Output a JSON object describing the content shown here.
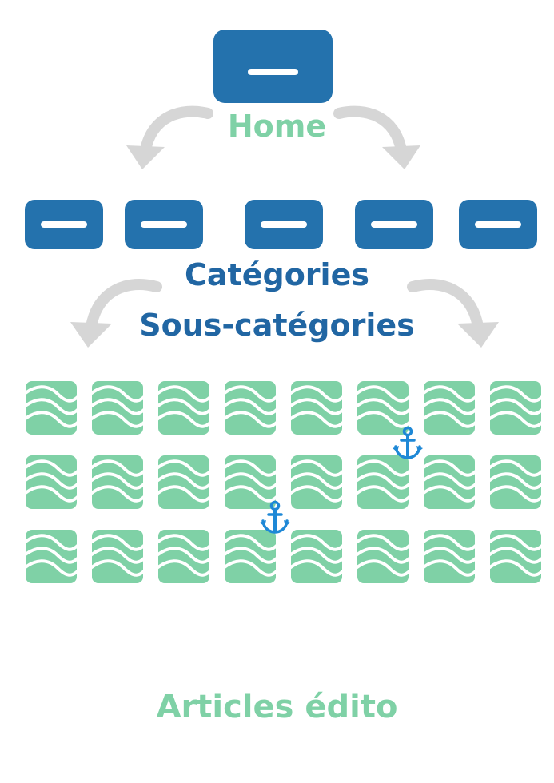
{
  "home": {
    "label": "Home"
  },
  "categories": {
    "label": "Catégories",
    "count": 5
  },
  "subcategories": {
    "label": "Sous-catégories"
  },
  "articles": {
    "label": "Articles édito",
    "rows": 3,
    "cols": 8
  },
  "anchors": [
    {
      "row": 0,
      "col": 5
    },
    {
      "row": 1,
      "col": 3
    }
  ],
  "colors": {
    "node": "#2472ad",
    "text_blue": "#2166a3",
    "tile": "#7fd1a6",
    "text_green": "#7fd1a6",
    "arrow": "#d6d6d6",
    "anchor": "#1e88d6"
  },
  "icons": {
    "node_bar": "horizontal-bar-icon",
    "tile": "wave-lines-icon",
    "anchor": "anchor-icon",
    "arrow": "curved-arrow-icon"
  }
}
